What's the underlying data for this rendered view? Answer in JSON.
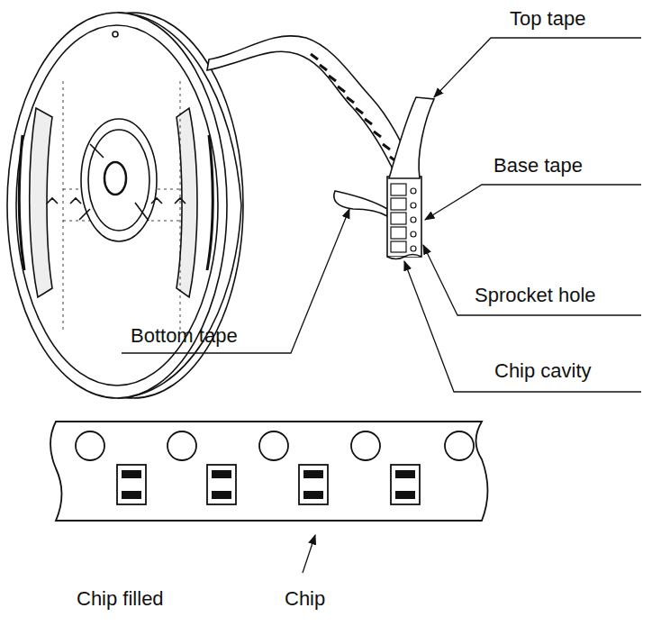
{
  "diagram": {
    "labels": [
      "Top tape",
      "Base tape",
      "Sprocket hole",
      "Chip cavity",
      "Bottom tape",
      "Chip filled",
      "Chip"
    ]
  }
}
